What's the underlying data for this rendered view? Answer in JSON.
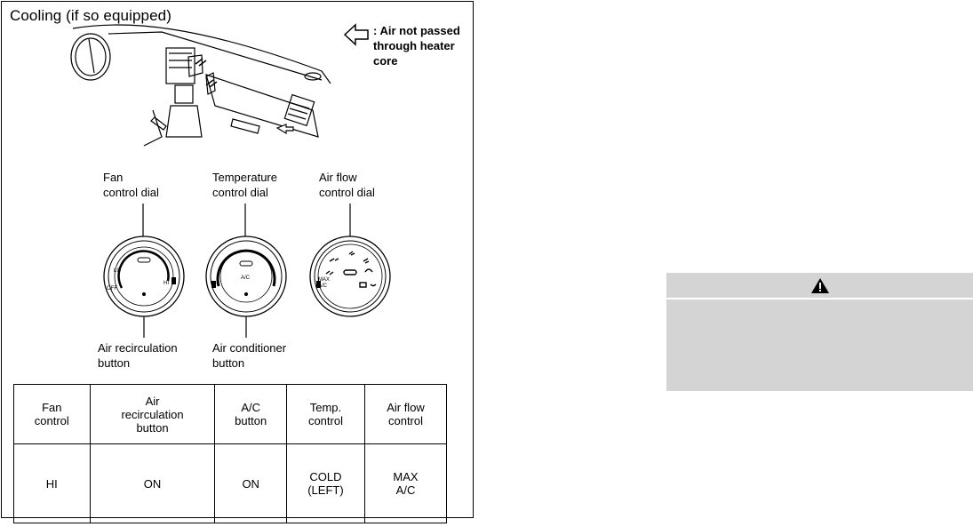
{
  "title": "Cooling (if so equipped)",
  "legend": {
    "icon": "outline-left-arrow-icon",
    "text": ": Air not passed\nthrough heater\ncore"
  },
  "labels": {
    "fan": "Fan\ncontrol dial",
    "temp": "Temperature\ncontrol dial",
    "airflow": "Air flow\ncontrol dial",
    "recirc": "Air recirculation\nbutton",
    "ac": "Air conditioner\nbutton"
  },
  "dial_marks": {
    "fan_lo": "LO",
    "fan_off": "OFF",
    "fan_hi": "HI",
    "temp_ac": "A/C",
    "flow_max": "MAX\nA/C"
  },
  "table": {
    "headers": [
      "Fan\ncontrol",
      "Air\nrecirculation\nbutton",
      "A/C\nbutton",
      "Temp.\ncontrol",
      "Air flow\ncontrol"
    ],
    "values": [
      "HI",
      "ON",
      "ON",
      "COLD\n(LEFT)",
      "MAX\nA/C"
    ]
  },
  "warning": {
    "icon": "warning-triangle-icon"
  }
}
